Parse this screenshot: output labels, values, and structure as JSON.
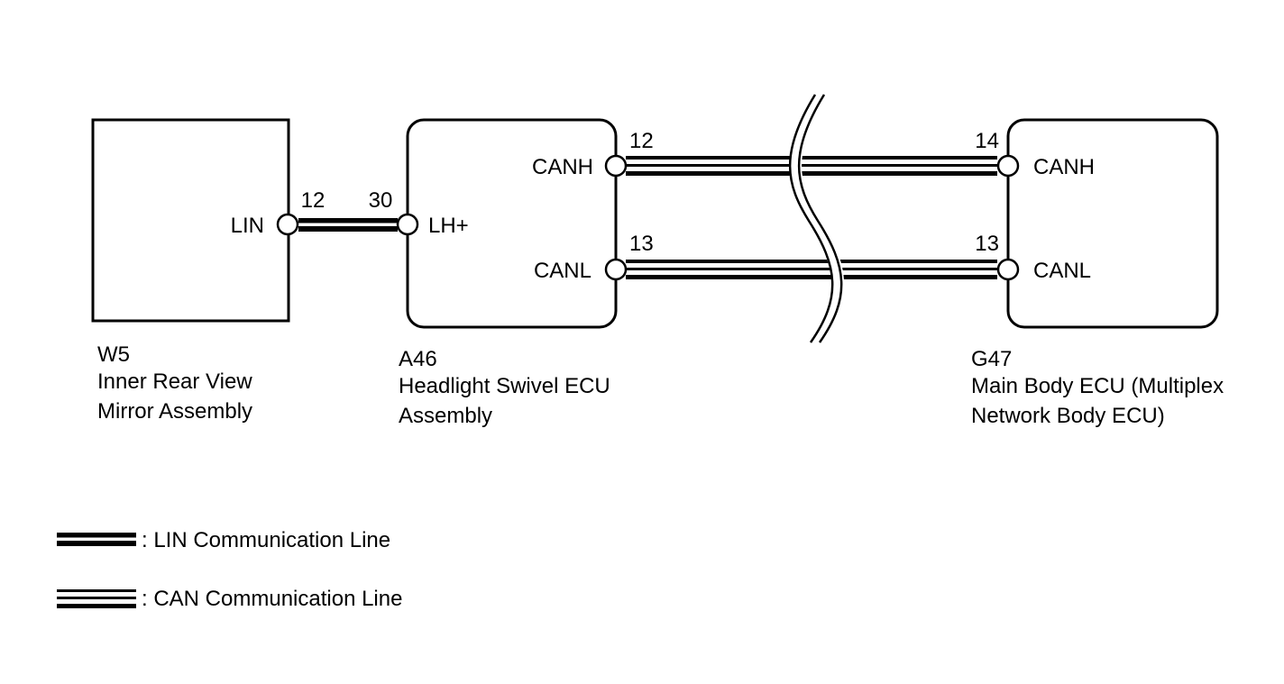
{
  "components": {
    "w5": {
      "code": "W5",
      "name_line1": "Inner Rear View",
      "name_line2": "Mirror Assembly",
      "terminal_lin": "LIN",
      "pin_lin": "12"
    },
    "a46": {
      "code": "A46",
      "name_line1": "Headlight Swivel ECU",
      "name_line2": "Assembly",
      "terminal_lh": "LH+",
      "pin_lh": "30",
      "terminal_canh": "CANH",
      "pin_canh": "12",
      "terminal_canl": "CANL",
      "pin_canl": "13"
    },
    "g47": {
      "code": "G47",
      "name_line1": "Main Body ECU (Multiplex",
      "name_line2": "Network Body ECU)",
      "terminal_canh": "CANH",
      "pin_canh": "14",
      "terminal_canl": "CANL",
      "pin_canl": "13"
    }
  },
  "legend": {
    "lin_label": ": LIN Communication Line",
    "can_label": ": CAN Communication Line"
  },
  "colors": {
    "line": "#000000",
    "background": "#ffffff"
  }
}
